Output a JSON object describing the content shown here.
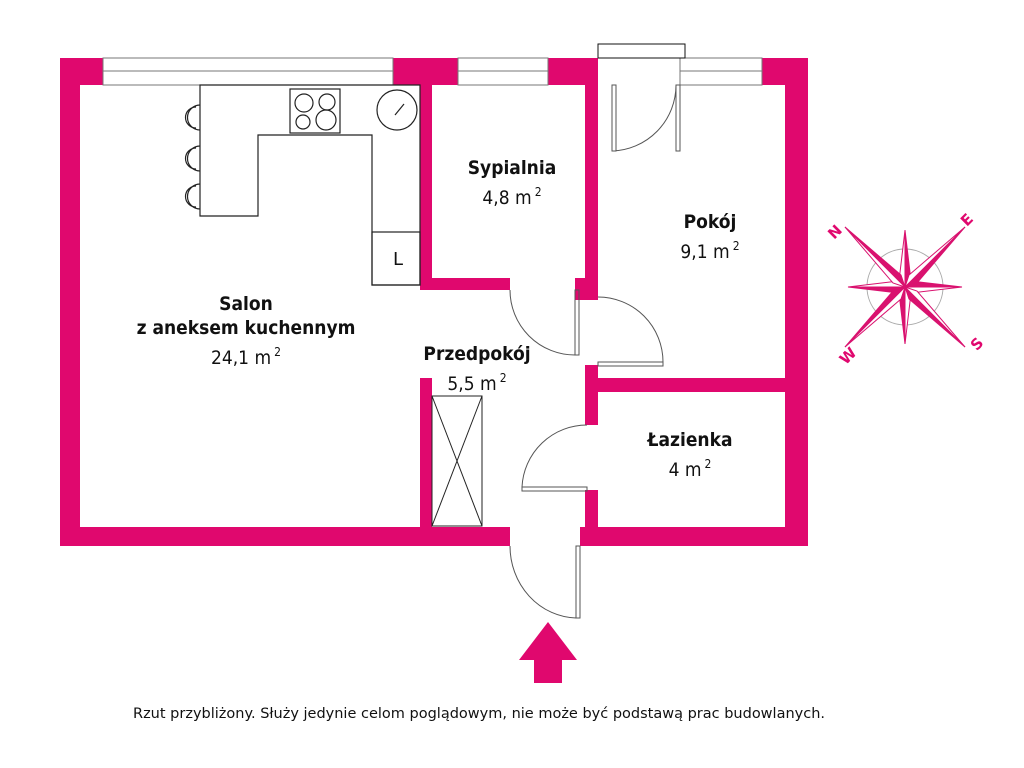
{
  "colors": {
    "wall": "#e0086e",
    "line": "#333333"
  },
  "rooms": [
    {
      "name": "Salon",
      "name2": "z aneksem kuchennym",
      "area": "24,1 m",
      "sup": "2"
    },
    {
      "name": "Sypialnia",
      "area": "4,8 m",
      "sup": "2"
    },
    {
      "name": "Pokój",
      "area": "9,1 m",
      "sup": "2"
    },
    {
      "name": "Przedpokój",
      "area": "5,5 m",
      "sup": "2"
    },
    {
      "name": "Łazienka",
      "area": "4 m",
      "sup": "2"
    }
  ],
  "fridge_label": "L",
  "compass": {
    "n": "N",
    "e": "E",
    "s": "S",
    "w": "W"
  },
  "disclaimer": "Rzut przybliżony. Służy jedynie celom poglądowym, nie może być podstawą prac budowlanych."
}
